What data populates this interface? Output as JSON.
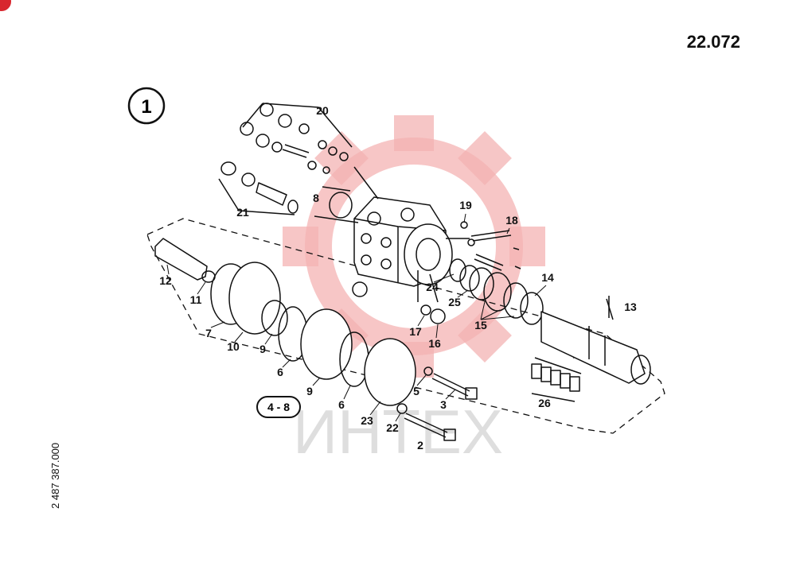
{
  "page_number": "22.072",
  "document_number": "2 487 387.000",
  "figure_number": "1",
  "group_ref": "4 - 8",
  "watermark": "ИНТЕХ",
  "colors": {
    "watermark": "#f4b3b3",
    "line": "#111111",
    "badge": "#d8262e"
  },
  "callouts": [
    {
      "id": "c20",
      "label": "20"
    },
    {
      "id": "c21",
      "label": "21"
    },
    {
      "id": "c8",
      "label": "8"
    },
    {
      "id": "c19",
      "label": "19"
    },
    {
      "id": "c18",
      "label": "18"
    },
    {
      "id": "c12",
      "label": "12"
    },
    {
      "id": "c11",
      "label": "11"
    },
    {
      "id": "c7",
      "label": "7"
    },
    {
      "id": "c10",
      "label": "10"
    },
    {
      "id": "c9a",
      "label": "9"
    },
    {
      "id": "c9b",
      "label": "9"
    },
    {
      "id": "c6a",
      "label": "6"
    },
    {
      "id": "c6b",
      "label": "6"
    },
    {
      "id": "c24",
      "label": "24"
    },
    {
      "id": "c25",
      "label": "25"
    },
    {
      "id": "c15",
      "label": "15"
    },
    {
      "id": "c14",
      "label": "14"
    },
    {
      "id": "c13",
      "label": "13"
    },
    {
      "id": "c17",
      "label": "17"
    },
    {
      "id": "c16",
      "label": "16"
    },
    {
      "id": "c5",
      "label": "5"
    },
    {
      "id": "c3",
      "label": "3"
    },
    {
      "id": "c23",
      "label": "23"
    },
    {
      "id": "c22",
      "label": "22"
    },
    {
      "id": "c2",
      "label": "2"
    },
    {
      "id": "c26",
      "label": "26"
    }
  ]
}
